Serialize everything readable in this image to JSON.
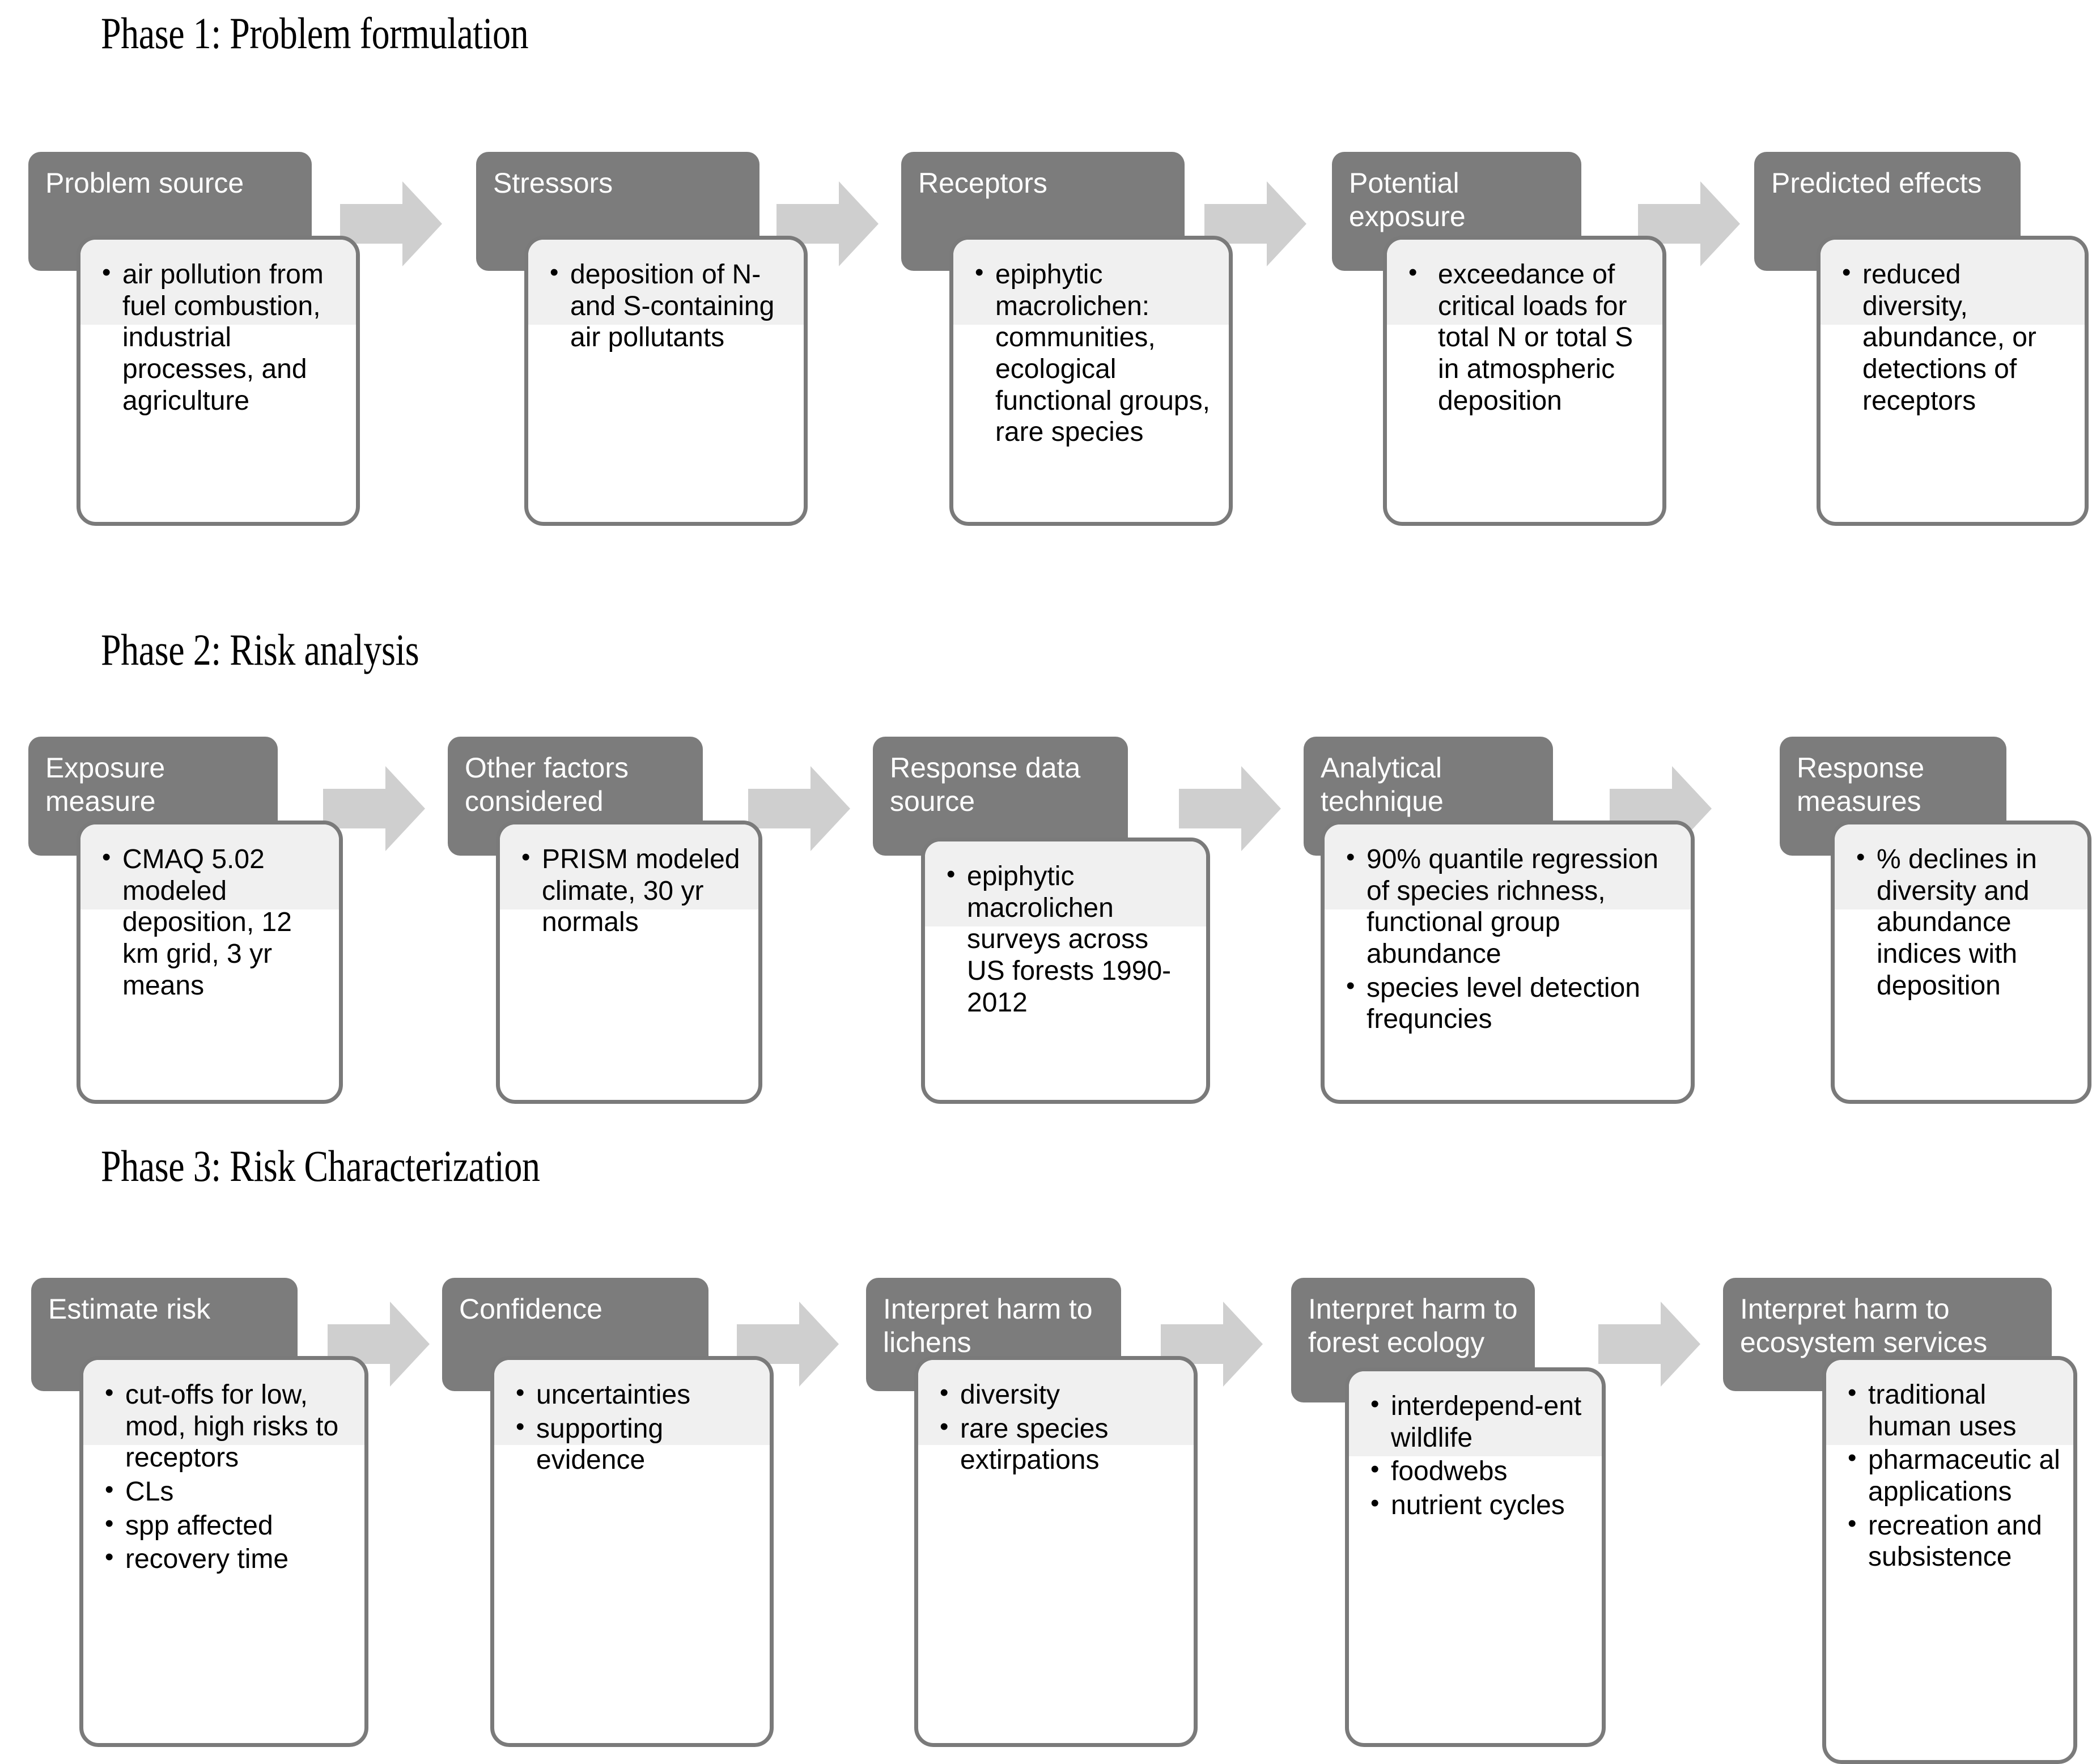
{
  "diagram": {
    "title_font_color": "#000000",
    "header_box_color": "#7c7c7c",
    "body_border_color": "#7a7a7a",
    "arrow_color": "#cfcfcf",
    "highlight_color": "#f0f0f0"
  },
  "phases": [
    {
      "title": "Phase 1: Problem formulation",
      "steps": [
        {
          "header": "Problem source",
          "bullets": [
            "air pollution from fuel combustion, industrial processes, and agriculture"
          ]
        },
        {
          "header": "Stressors",
          "bullets": [
            "deposition of N- and S-containing air pollutants"
          ]
        },
        {
          "header": "Receptors",
          "bullets": [
            "epiphytic macrolichen: communities, ecological functional groups, rare species"
          ]
        },
        {
          "header": "Potential exposure",
          "bullets": [
            "exceedance of critical loads for total N or total S in atmospheric deposition"
          ]
        },
        {
          "header": "Predicted effects",
          "bullets": [
            "reduced diversity, abundance, or detections of receptors"
          ]
        }
      ]
    },
    {
      "title": "Phase 2: Risk analysis",
      "steps": [
        {
          "header": "Exposure measure",
          "bullets": [
            "CMAQ 5.02 modeled deposition, 12 km grid, 3 yr means"
          ]
        },
        {
          "header": "Other factors considered",
          "bullets": [
            "PRISM modeled climate, 30 yr normals"
          ]
        },
        {
          "header": "Response data source",
          "bullets": [
            "epiphytic macrolichen surveys across US forests 1990-2012"
          ]
        },
        {
          "header": "Analytical technique",
          "bullets": [
            "90% quantile regression of species richness, functional group abundance",
            "species level detection frequncies"
          ]
        },
        {
          "header": "Response measures",
          "bullets": [
            "% declines in diversity and abundance indices with deposition"
          ]
        }
      ]
    },
    {
      "title": "Phase 3: Risk Characterization",
      "steps": [
        {
          "header": "Estimate risk",
          "bullets": [
            "cut-offs for low, mod, high risks to receptors",
            "CLs",
            "spp affected",
            "recovery time"
          ]
        },
        {
          "header": "Confidence",
          "bullets": [
            "uncertainties",
            "supporting evidence"
          ]
        },
        {
          "header": "Interpret harm to lichens",
          "bullets": [
            "diversity",
            "rare species extirpations"
          ]
        },
        {
          "header": "Interpret harm to forest ecology",
          "bullets": [
            "interdepend-ent wildlife",
            "foodwebs",
            "nutrient cycles"
          ]
        },
        {
          "header": "Interpret harm to ecosystem services",
          "bullets": [
            "traditional human uses",
            "pharmaceutic al applications",
            "recreation and subsistence"
          ]
        }
      ]
    }
  ]
}
